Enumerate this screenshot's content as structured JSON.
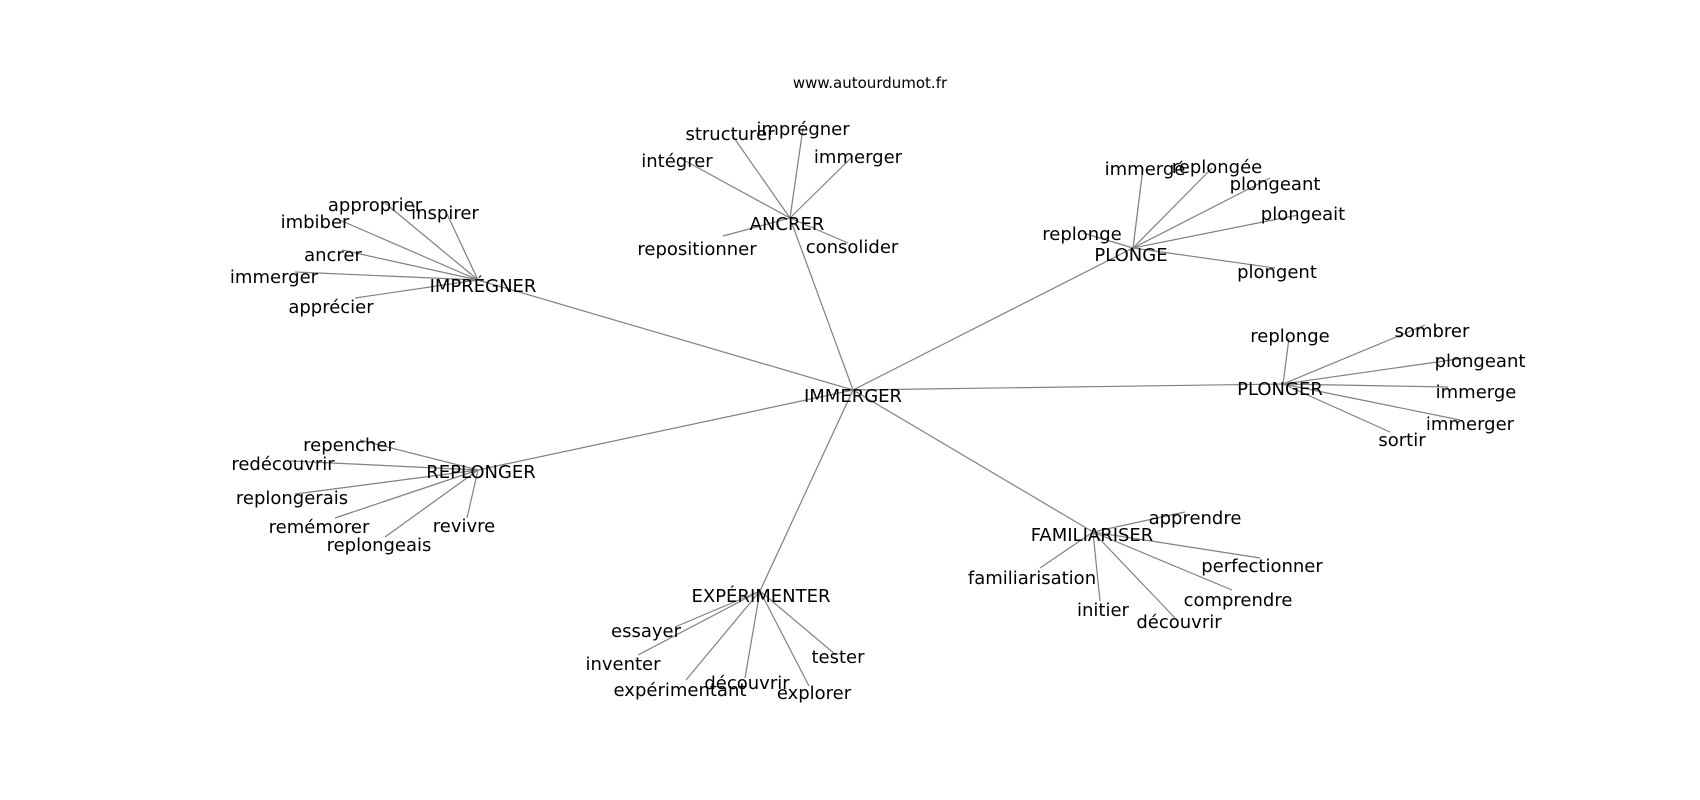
{
  "source": "www.autourdumot.fr",
  "colors": {
    "edge": "#808080",
    "text": "#000000",
    "background": "#ffffff"
  },
  "center": {
    "label": "IMMERGER"
  },
  "clusters": [
    {
      "label": "IMPRÉGNER",
      "leaves": [
        "approprier",
        "inspirer",
        "imbiber",
        "ancrer",
        "immerger",
        "apprécier"
      ]
    },
    {
      "label": "ANCRER",
      "leaves": [
        "structurer",
        "imprégner",
        "intégrer",
        "immerger",
        "repositionner",
        "consolider"
      ]
    },
    {
      "label": "PLONGE",
      "leaves": [
        "immergé",
        "replongée",
        "plongeant",
        "plongeait",
        "replonge",
        "plongent"
      ]
    },
    {
      "label": "PLONGER",
      "leaves": [
        "replonge",
        "sombrer",
        "plongeant",
        "immerge",
        "immerger",
        "sortir"
      ]
    },
    {
      "label": "REPLONGER",
      "leaves": [
        "repencher",
        "redécouvrir",
        "replongerais",
        "remémorer",
        "revivre",
        "replongeais"
      ]
    },
    {
      "label": "FAMILIARISER",
      "leaves": [
        "apprendre",
        "perfectionner",
        "familiarisation",
        "comprendre",
        "initier",
        "découvrir"
      ]
    },
    {
      "label": "EXPÉRIMENTER",
      "leaves": [
        "essayer",
        "inventer",
        "tester",
        "découvrir",
        "expérimentant",
        "explorer"
      ]
    }
  ]
}
